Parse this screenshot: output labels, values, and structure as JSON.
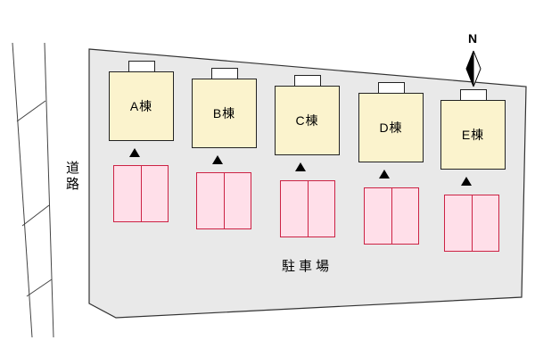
{
  "site_plan": {
    "compass_label": "N",
    "road_label": "道路",
    "parking_label": "駐車場",
    "buildings": [
      {
        "label": "A棟"
      },
      {
        "label": "B棟"
      },
      {
        "label": "C棟"
      },
      {
        "label": "D棟"
      },
      {
        "label": "E棟"
      }
    ],
    "colors": {
      "site_fill": "#e9e9e9",
      "building_fill": "#fbf3cd",
      "parking_fill": "#ffdfe9",
      "parking_border": "#cc2244"
    }
  }
}
